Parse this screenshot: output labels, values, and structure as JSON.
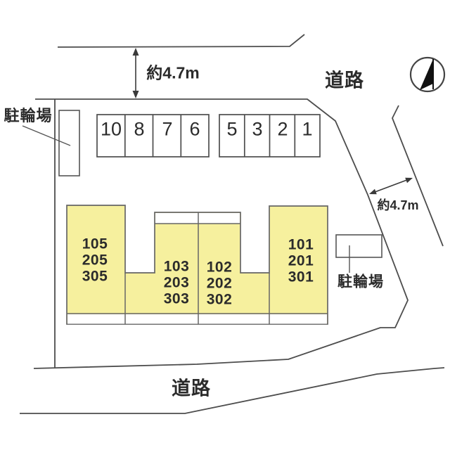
{
  "roads": {
    "top": "道路",
    "bottom": "道路"
  },
  "dimensions": {
    "top_road_width": "約4.7m",
    "right_road_width": "約4.7m"
  },
  "bicycle_parking": {
    "left": "駐輪場",
    "right": "駐輪場"
  },
  "parking_spaces": {
    "left_group": [
      "10",
      "8",
      "7",
      "6"
    ],
    "right_group": [
      "5",
      "3",
      "2",
      "1"
    ]
  },
  "building_units": [
    {
      "lines": [
        "105",
        "205",
        "305"
      ]
    },
    {
      "lines": [
        "103",
        "203",
        "303"
      ]
    },
    {
      "lines": [
        "102",
        "202",
        "302"
      ]
    },
    {
      "lines": [
        "101",
        "201",
        "301"
      ]
    }
  ],
  "compass": {
    "icon": "north-arrow"
  },
  "colors": {
    "building_fill": "#f6f09e",
    "line": "#4d4d4d",
    "text": "#2b2b2b",
    "background": "#ffffff"
  }
}
